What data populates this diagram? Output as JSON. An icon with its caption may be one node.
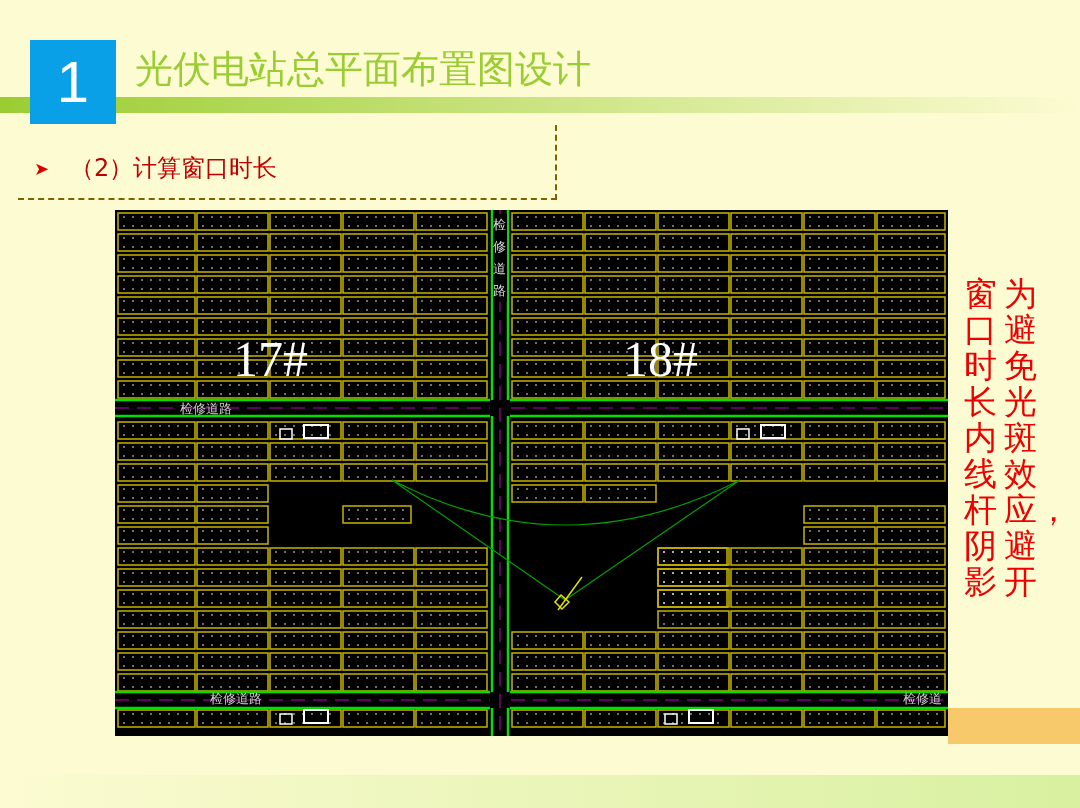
{
  "diagram": {
    "title": "光伏电站总平面布置图设计",
    "labels": [
      "1",
      "➤",
      "（2）计算窗口时长",
      "检修道路",
      "17#",
      "18#",
      "检修道路",
      "检修道路",
      "检修道",
      "为避免光斑效应，避开",
      "窗口时长内线杆阴影"
    ]
  }
}
